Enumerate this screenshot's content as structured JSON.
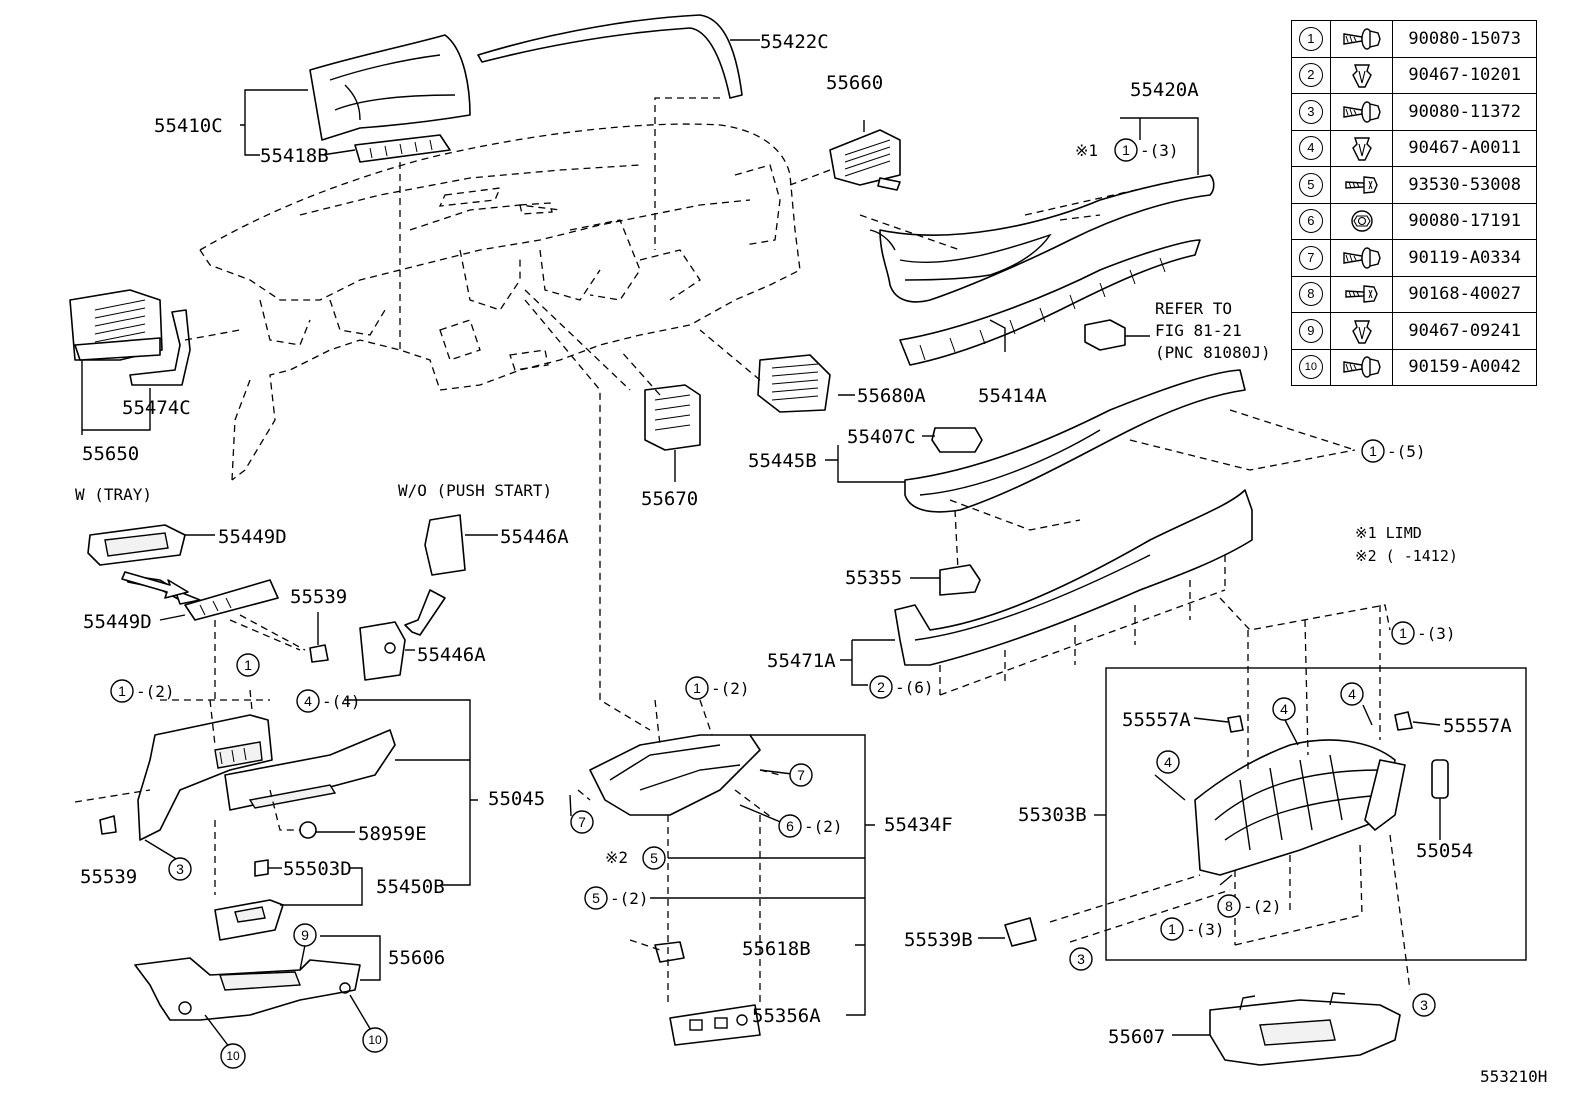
{
  "diagram_id": "553210H",
  "parts": {
    "p55422C": "55422C",
    "p55410C": "55410C",
    "p55418B": "55418B",
    "p55660": "55660",
    "p55420A": "55420A",
    "p55650": "55650",
    "p55474C": "55474C",
    "p55680A": "55680A",
    "p55414A": "55414A",
    "p55670": "55670",
    "p55407C": "55407C",
    "p55445B": "55445B",
    "p55449D_a": "55449D",
    "p55449D_b": "55449D",
    "p55539_a": "55539",
    "p55539_b": "55539",
    "p55446A_a": "55446A",
    "p55446A_b": "55446A",
    "p55355": "55355",
    "p55471A": "55471A",
    "p55045": "55045",
    "p58959E": "58959E",
    "p55503D": "55503D",
    "p55450B": "55450B",
    "p55606": "55606",
    "p55434F": "55434F",
    "p55618B": "55618B",
    "p55356A": "55356A",
    "p55557A_a": "55557A",
    "p55557A_b": "55557A",
    "p55303B": "55303B",
    "p55054": "55054",
    "p55539B": "55539B",
    "p55607": "55607"
  },
  "notes": {
    "refer_line1": "REFER TO",
    "refer_line2": "FIG 81-21",
    "refer_line3": "(PNC 81080J)",
    "w_tray": "W (TRAY)",
    "wo_push": "W/O (PUSH START)",
    "legend1": "※1 LIMD",
    "legend2": "※2 (      -1412)",
    "mark1": "※1",
    "mark2": "※2"
  },
  "callouts": {
    "q3": "-(3)",
    "q5": "-(5)",
    "q2": "-(2)",
    "q4": "-(4)",
    "q6": "-(6)"
  },
  "fasteners": [
    {
      "num": "1",
      "icon": "bolt-washer-icon",
      "part": "90080-15073"
    },
    {
      "num": "2",
      "icon": "clip-icon",
      "part": "90467-10201"
    },
    {
      "num": "3",
      "icon": "bolt-washer-icon",
      "part": "90080-11372"
    },
    {
      "num": "4",
      "icon": "clip-icon",
      "part": "90467-A0011"
    },
    {
      "num": "5",
      "icon": "screw-icon",
      "part": "93530-53008"
    },
    {
      "num": "6",
      "icon": "nut-icon",
      "part": "90080-17191"
    },
    {
      "num": "7",
      "icon": "bolt-washer-icon",
      "part": "90119-A0334"
    },
    {
      "num": "8",
      "icon": "screw-icon",
      "part": "90168-40027"
    },
    {
      "num": "9",
      "icon": "clip-icon",
      "part": "90467-09241"
    },
    {
      "num": "10",
      "icon": "bolt-washer-icon",
      "part": "90159-A0042"
    }
  ]
}
